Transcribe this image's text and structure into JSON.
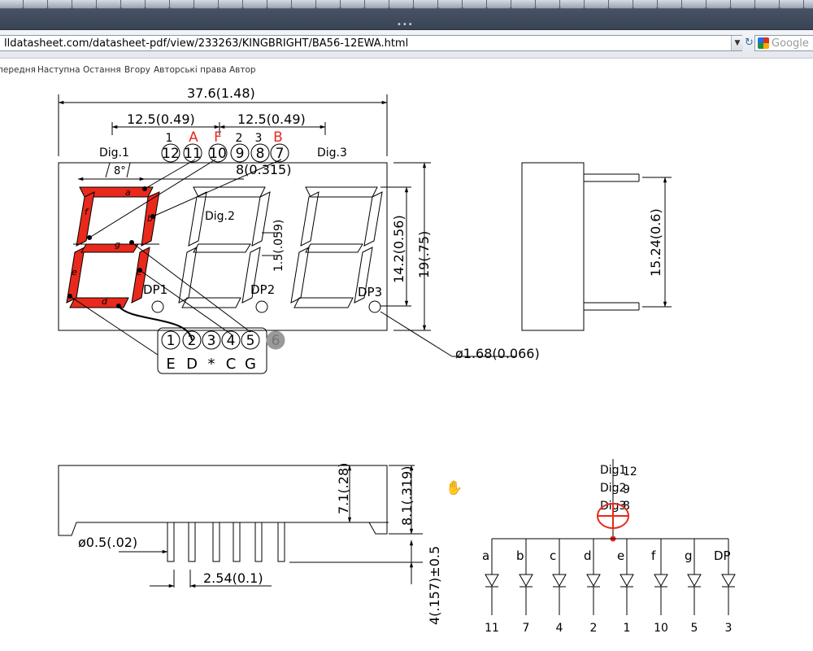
{
  "browser": {
    "url": "lldatasheet.com/datasheet-pdf/view/233263/KINGBRIGHT/BA56-12EWA.html",
    "search_placeholder": "Google",
    "grip_label": "•••"
  },
  "nav_links": [
    "передня",
    "Наступна",
    "Остання",
    "Вгору",
    "Авторські права",
    "Автор"
  ],
  "drawing": {
    "dim_overall_width": "37.6(1.48)",
    "dim_digit_pitch_left": "12.5(0.49)",
    "dim_digit_pitch_right": "12.5(0.49)",
    "dim_segment_width": "8(0.315)",
    "dim_slant": "8°",
    "dim_char_height": "14.2(0.56)",
    "dim_body_height": "19(.75)",
    "dim_side_width": "15.24(0.6)",
    "dim_segment_thickness": "1.5(.059)",
    "dim_dp_diameter": "ø1.68(0.066)",
    "dim_front_height": "7.1(.28)",
    "dim_front_total": "8.1(.319)",
    "dim_pin_diameter": "ø0.5(.02)",
    "dim_pin_pitch": "2.54(0.1)",
    "dim_pin_length": "4(.157)±0.5",
    "digit_labels": [
      "Dig.1",
      "Dig.2",
      "Dig.3"
    ],
    "dp_labels": [
      "DP1",
      "DP2",
      "DP3"
    ],
    "segment_letters": [
      "a",
      "b",
      "c",
      "d",
      "e",
      "f",
      "g"
    ],
    "top_pins": [
      "12",
      "11",
      "10",
      "9",
      "8",
      "7"
    ],
    "top_pin_labels": [
      "1",
      "A",
      "F",
      "2",
      "3",
      "B"
    ],
    "bottom_pins": [
      "1",
      "2",
      "3",
      "4",
      "5",
      "6"
    ],
    "bottom_pin_labels": [
      "E",
      "D",
      "*",
      "C",
      "G"
    ],
    "schematic_digits": [
      {
        "label": "Dig1",
        "pin": "12"
      },
      {
        "label": "Dig2",
        "pin": "9"
      },
      {
        "label": "Dig3",
        "pin": "8"
      }
    ],
    "schematic_segments": [
      "a",
      "b",
      "c",
      "d",
      "e",
      "f",
      "g",
      "DP"
    ],
    "schematic_pins": [
      "11",
      "7",
      "4",
      "2",
      "1",
      "10",
      "5",
      "3"
    ]
  },
  "colors": {
    "segment_lit": "#e8291c",
    "highlight_label": "#e8291c",
    "line": "#000000",
    "disabled_pin": "#9a9a9a"
  },
  "icons": {
    "cursor": "hand-grab-icon",
    "search_engine": "google-icon",
    "refresh": "refresh-icon"
  }
}
